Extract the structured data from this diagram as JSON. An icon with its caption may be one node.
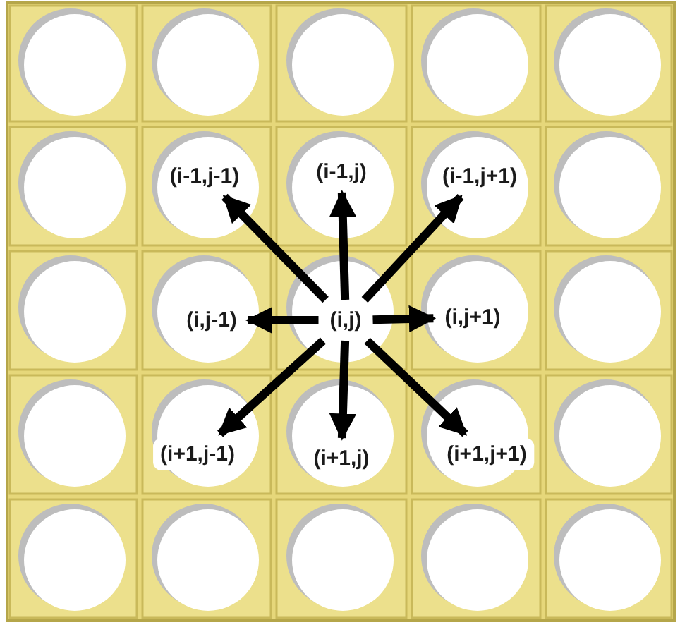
{
  "diagram": {
    "nodes": [
      {
        "text": [
          "(i-1,j-1)"
        ]
      },
      {
        "text": [
          "(i-1,j)"
        ]
      },
      {
        "text": [
          "(i-1,j+1)"
        ]
      },
      {
        "text": [
          "(i,j-1)"
        ]
      },
      {
        "text": [
          "(i,j)"
        ]
      },
      {
        "text": [
          "(i,j+1)"
        ]
      },
      {
        "text": [
          "(i+1,j-1)"
        ]
      },
      {
        "text": [
          "(i+1,j)"
        ]
      },
      {
        "text": [
          "(i+1,j+1)"
        ]
      }
    ],
    "edges": [
      {
        "from": 4,
        "to": 0,
        "arrow": "to"
      },
      {
        "from": 4,
        "to": 1,
        "arrow": "to"
      },
      {
        "from": 4,
        "to": 2,
        "arrow": "to"
      },
      {
        "from": 4,
        "to": 3,
        "arrow": "to"
      },
      {
        "from": 4,
        "to": 5,
        "arrow": "to"
      },
      {
        "from": 4,
        "to": 6,
        "arrow": "to"
      },
      {
        "from": 4,
        "to": 7,
        "arrow": "to"
      },
      {
        "from": 4,
        "to": 8,
        "arrow": "to"
      }
    ]
  }
}
